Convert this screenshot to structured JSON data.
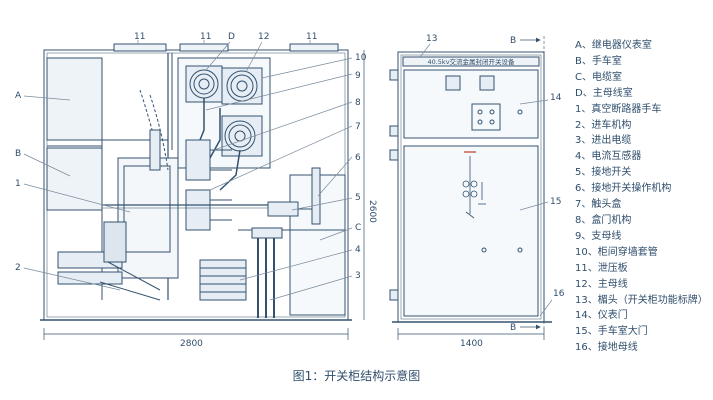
{
  "colors": {
    "line": "#34526f",
    "callout_line": "#7a8c9e",
    "panel_fill": "#eef3f8",
    "text": "#2f4e6c"
  },
  "side_view": {
    "width_label": "2800",
    "height_label": "2600",
    "callouts": [
      {
        "label": "11"
      },
      {
        "label": "11"
      },
      {
        "label": "D"
      },
      {
        "label": "12"
      },
      {
        "label": "11"
      },
      {
        "label": "10"
      },
      {
        "label": "A"
      },
      {
        "label": "9"
      },
      {
        "label": "8"
      },
      {
        "label": "B"
      },
      {
        "label": "7"
      },
      {
        "label": "6"
      },
      {
        "label": "1"
      },
      {
        "label": "5"
      },
      {
        "label": "C"
      },
      {
        "label": "4"
      },
      {
        "label": "2"
      },
      {
        "label": "3"
      }
    ]
  },
  "front_view": {
    "nameplate": "40.5kv交流金属封闭开关设备",
    "width_label": "1400",
    "section_top": "B",
    "section_bottom": "B",
    "callouts": [
      {
        "label": "13"
      },
      {
        "label": "14"
      },
      {
        "label": "15"
      },
      {
        "label": "16"
      }
    ]
  },
  "legend": [
    "A、继电器仪表室",
    "B、手车室",
    "C、电缆室",
    "D、主母线室",
    "1、真空断路器手车",
    "2、进车机构",
    "3、进出电缆",
    "4、电流互感器",
    "5、接地开关",
    "6、接地开关操作机构",
    "7、触头盒",
    "8、盒门机构",
    "9、支母线",
    "10、柜间穿墙套管",
    "11、泄压板",
    "12、主母线",
    "13、楣头（开关柜功能标牌）",
    "14、仪表门",
    "15、手车室大门",
    "16、接地母线"
  ],
  "caption": "图1：开关柜结构示意图"
}
